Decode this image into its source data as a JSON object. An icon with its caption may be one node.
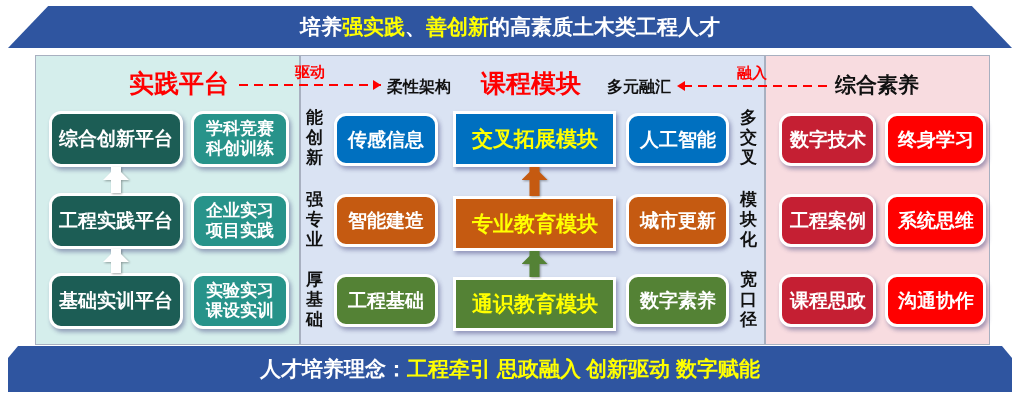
{
  "diagram": {
    "nodes": [
      {
        "text": [
          "培养**强实践**、**善创新**的高素质土木类工程人才"
        ]
      },
      {
        "text": [],
        "shape": "box"
      },
      {
        "text": [
          "实践平台"
        ],
        "in": 1
      },
      {
        "text": [
          "综合创新平台"
        ],
        "in": 1
      },
      {
        "text": [
          "学科竞赛科创训练"
        ],
        "in": 1
      },
      {
        "text": [
          "工程实践平台"
        ],
        "in": 1
      },
      {
        "text": [
          "企业实习项目实践"
        ],
        "in": 1
      },
      {
        "text": [
          "基础实训平台"
        ],
        "in": 1
      },
      {
        "text": [
          "实验实习课设实训"
        ],
        "in": 1
      },
      {
        "text": [],
        "shape": "box"
      },
      {
        "text": [
          "柔性架构"
        ],
        "in": 9
      },
      {
        "text": [
          "课程模块"
        ],
        "in": 9
      },
      {
        "text": [
          "多元融汇"
        ],
        "in": 9
      },
      {
        "text": [
          "传感信息"
        ],
        "in": 9
      },
      {
        "text": [
          "交叉拓展模块"
        ],
        "in": 9
      },
      {
        "text": [
          "人工智能"
        ],
        "in": 9
      },
      {
        "text": [
          "智能建造"
        ],
        "in": 9
      },
      {
        "text": [
          "专业教育模块"
        ],
        "in": 9
      },
      {
        "text": [
          "城市更新"
        ],
        "in": 9
      },
      {
        "text": [
          "工程基础"
        ],
        "in": 9
      },
      {
        "text": [
          "通识教育模块"
        ],
        "in": 9
      },
      {
        "text": [
          "数字素养"
        ],
        "in": 9
      },
      {
        "text": [],
        "shape": "box"
      },
      {
        "text": [
          "综合素养"
        ],
        "in": 22
      },
      {
        "text": [
          "数字技术"
        ],
        "in": 22
      },
      {
        "text": [
          "终身学习"
        ],
        "in": 22
      },
      {
        "text": [
          "工程案例"
        ],
        "in": 22
      },
      {
        "text": [
          "系统思维"
        ],
        "in": 22
      },
      {
        "text": [
          "课程思政"
        ],
        "in": 22
      },
      {
        "text": [
          "沟通协作"
        ],
        "in": 22
      },
      {
        "text": [
          "人才培养理念：**工程牵引 思政融入 创新驱动 数字赋能**"
        ]
      }
    ],
    "edges": [
      {
        "from": 2,
        "to": 10,
        "arrow": "to",
        "label": "驱动",
        "style": "dashed",
        "color": "#ff0000"
      },
      {
        "from": 23,
        "to": 12,
        "arrow": "to",
        "label": "融入",
        "style": "dashed",
        "color": "#ff0000"
      },
      {
        "from": 7,
        "to": 5,
        "arrow": "to",
        "color": "#ffffff"
      },
      {
        "from": 5,
        "to": 3,
        "arrow": "to",
        "color": "#ffffff"
      },
      {
        "from": 20,
        "to": 17,
        "arrow": "to",
        "color": "#548235"
      },
      {
        "from": 17,
        "to": 14,
        "arrow": "to",
        "color": "#c55a11"
      }
    ],
    "labels": [
      "能创新",
      "多交叉",
      "强专业",
      "模块化",
      "厚基础",
      "宽口径"
    ]
  }
}
